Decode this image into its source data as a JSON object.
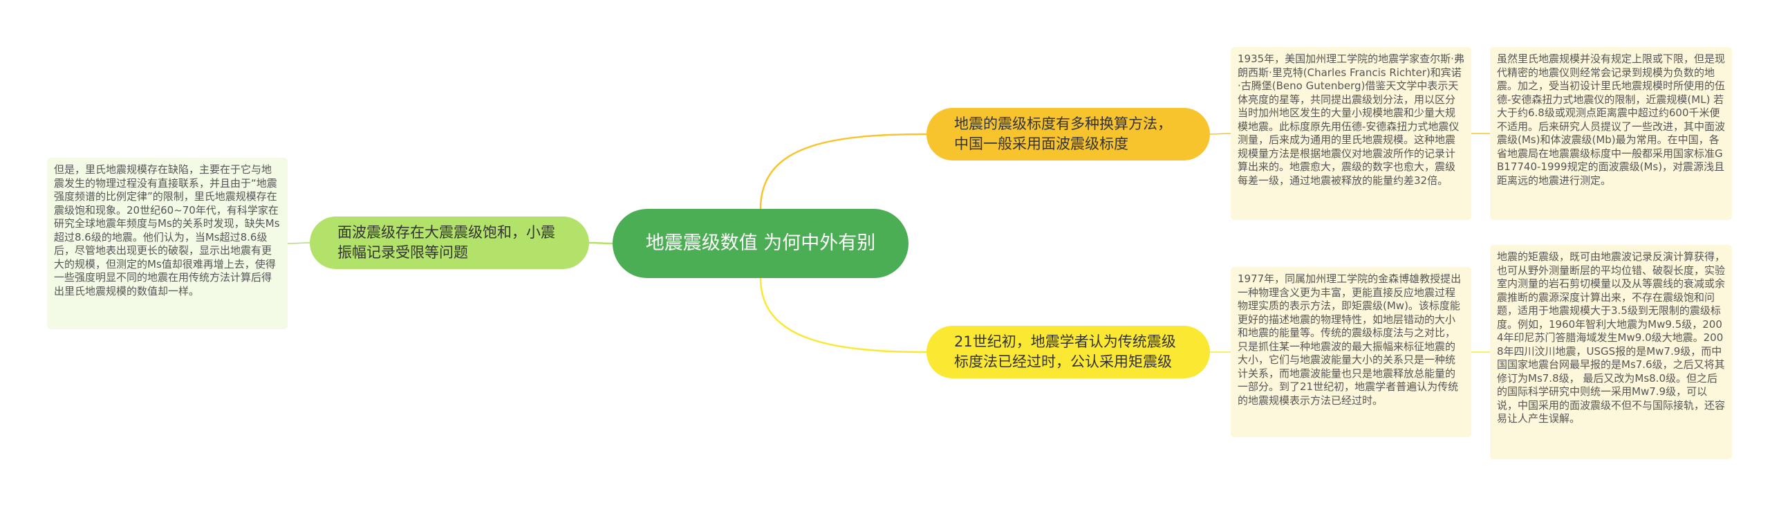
{
  "colors": {
    "root": "#4cae54",
    "branch_top": "#f8c42d",
    "branch_bottom": "#fbe832",
    "branch_left": "#b2e26a",
    "leaf_yellow": "#fdf8db",
    "leaf_green": "#f3fbe6",
    "link_top": "#f8c42d",
    "link_bottom": "#fbe832",
    "link_left": "#b2e26a"
  },
  "root": {
    "label": "地震震级数值  为何中外有别"
  },
  "branches": [
    {
      "label": "地震的震级标度有多种换算方法，中国一般采用面波震级标度",
      "details": [
        "1935年，美国加州理工学院的地震学家查尔斯·弗朗西斯·里克特(Charles Francis Richter)和宾诺·古腾堡(Beno Gutenberg)借鉴天文学中表示天体亮度的星等，共同提出震级划分法，用以区分当时加州地区发生的大量小规模地震和少量大规模地震。此标度原先用伍德-安德森扭力式地震仪测量，后来成为通用的里氏地震规模。这种地震规模量方法是根据地震仪对地震波所作的记录计算出来的。地震愈大，震级的数字也愈大，震级每差一级，通过地震被释放的能量约差32倍。",
        "虽然里氏地震规模并没有规定上限或下限，但是现代精密的地震仪则经常会记录到规模为负数的地震。加之，受当初设计里氏地震规模时所使用的伍德-安德森扭力式地震仪的限制，近震规模(ML) 若大于约6.8级或观测点距离震中超过约600千米便不适用。后来研究人员提议了一些改进，其中面波震级(Ms)和体波震级(Mb)最为常用。在中国，各省地震局在地震震级标度中一般都采用国家标准GB17740-1999规定的面波震级(Ms)，对震源浅且距离远的地震进行测定。"
      ]
    },
    {
      "label": "21世纪初，地震学者认为传统震级标度法已经过时，公认采用矩震级",
      "details": [
        "1977年，同属加州理工学院的金森博雄教授提出一种物理含义更为丰富，更能直接反应地震过程物理实质的表示方法，即矩震级(Mw)。该标度能更好的描述地震的物理特性，如地层错动的大小和地震的能量等。传统的震级标度法与之对比，只是抓住某一种地震波的最大振幅来标征地震的大小，它们与地震波能量大小的关系只是一种统计关系，而地震波能量也只是地震释放总能量的一部分。到了21世纪初，地震学者普遍认为传统的地震规模表示方法已经过时。",
        "地震的矩震级，既可由地震波记录反演计算获得，也可从野外测量断层的平均位错、破裂长度，实验室内测量的岩石剪切模量以及从等震线的衰减或余震推断的震源深度计算出来，不存在震级饱和问题，适用于地震规模大于3.5级到无限制的震级标度。例如，1960年智利大地震为Mw9.5级，2004年印尼苏门答腊海域发生Mw9.0级大地震。2008年四川汶川地震，USGS报的是Mw7.9级，而中国国家地震台网最早报的是Ms7.6级，之后又将其修订为Ms7.8级，  最后又改为Ms8.0级。但之后的国际科学研究中则统一采用Mw7.9级，可以说，中国采用的面波震级不但不与国际接轨，还容易让人产生误解。"
      ]
    },
    {
      "label": "面波震级存在大震震级饱和，小震振幅记录受限等问题",
      "details": [
        "但是，里氏地震规模存在缺陷，主要在于它与地震发生的物理过程没有直接联系，并且由于“地震强度频谱的比例定律”的限制，里氏地震规模存在震级饱和现象。20世纪60~70年代，有科学家在研究全球地震年频度与Ms的关系时发现，缺失Ms超过8.6级的地震。他们认为，当Ms超过8.6级后，尽管地表出现更长的破裂，显示出地震有更大的规模，但测定的Ms值却很难再增上去，使得一些强度明显不同的地震在用传统方法计算后得出里氏地震规模的数值却一样。"
      ]
    }
  ]
}
